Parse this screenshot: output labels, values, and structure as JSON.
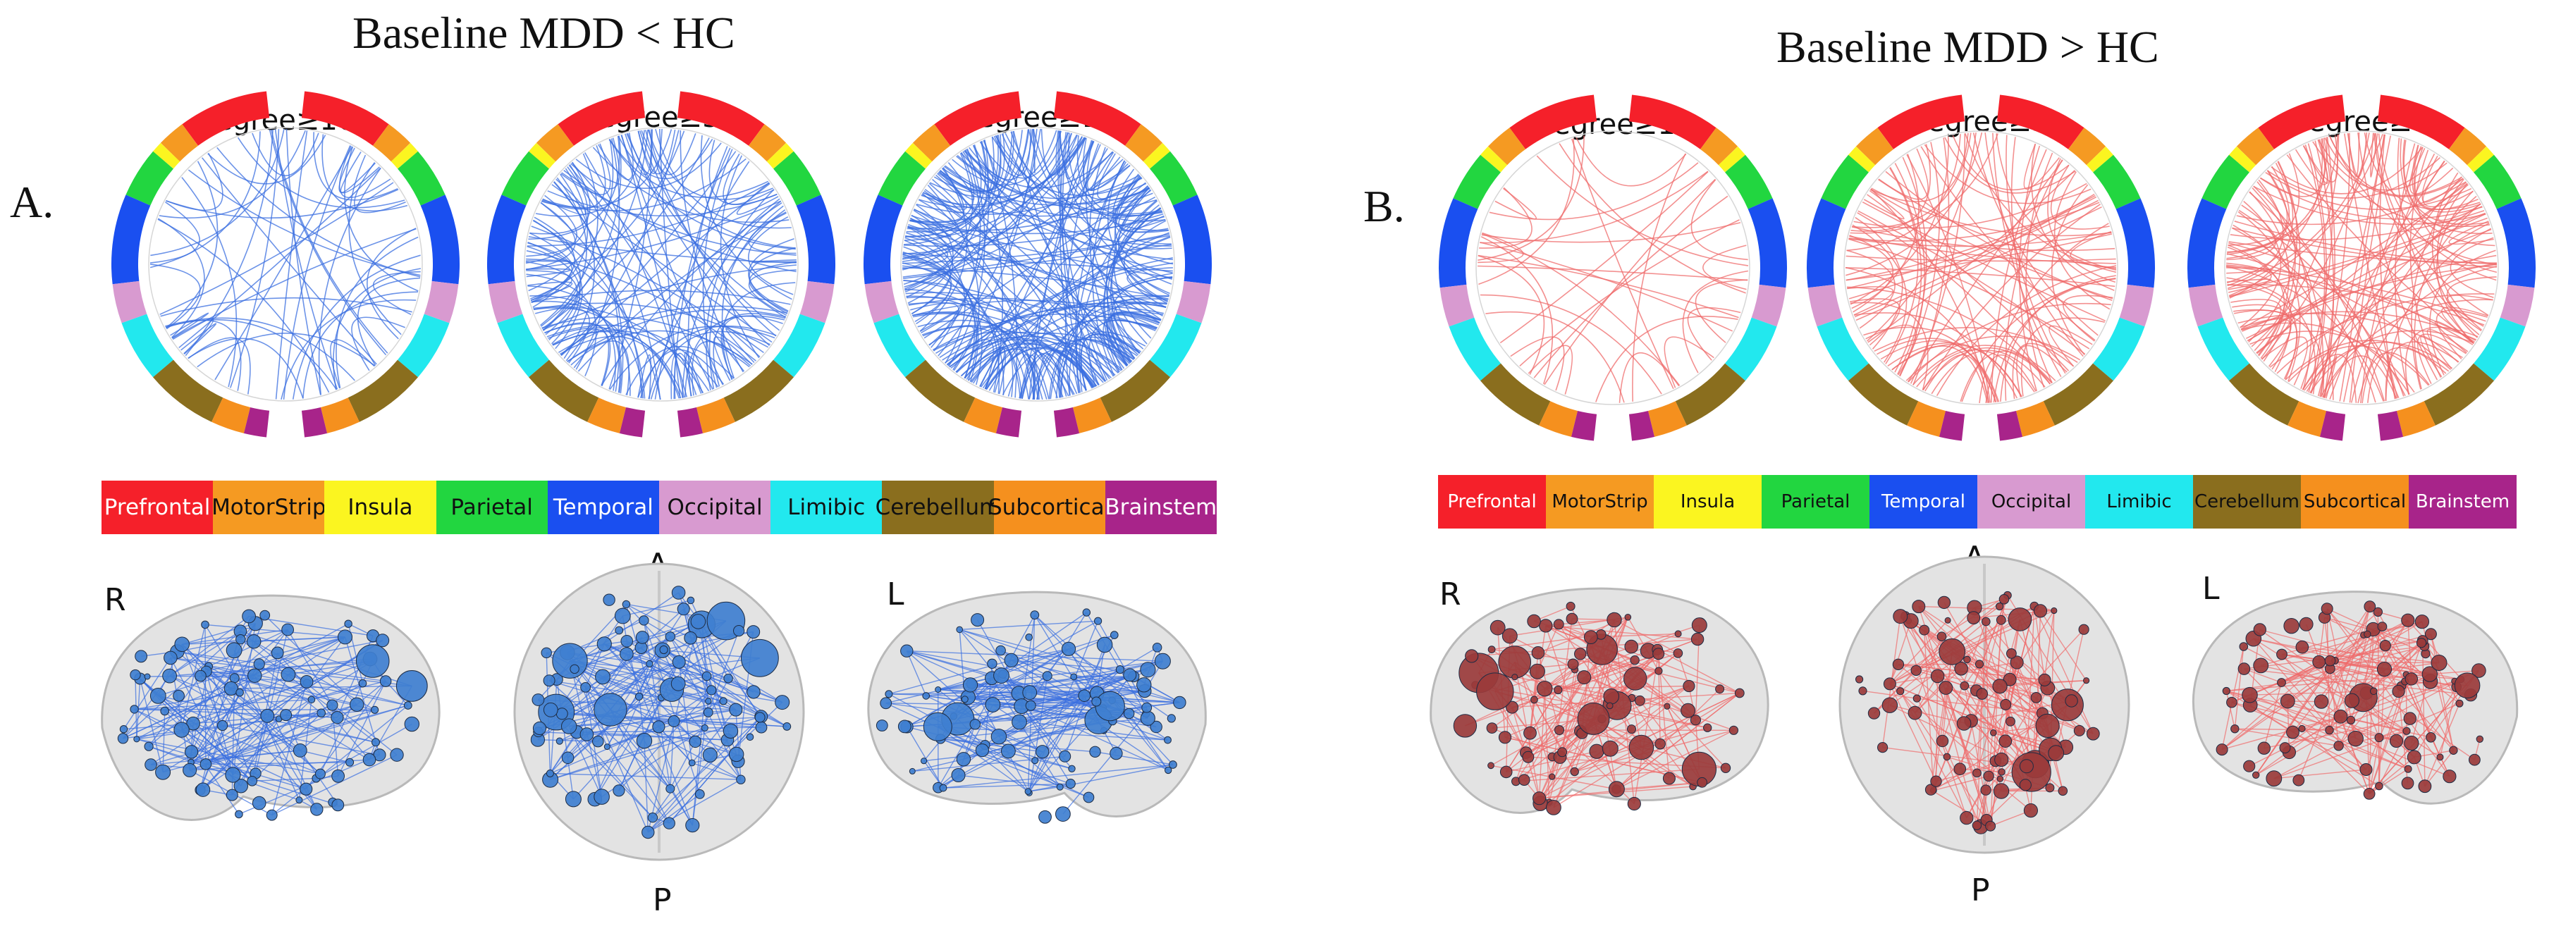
{
  "panels": [
    {
      "id": "A",
      "label": "A.",
      "title": "Baseline MDD < HC",
      "edge_color": "#3b6fe0",
      "node_color": "#3f7fd0",
      "circles": [
        {
          "label": "degree≥10",
          "density": 0.25
        },
        {
          "label": "degree≥5",
          "density": 0.6
        },
        {
          "label": "degree≥1",
          "density": 1.0
        }
      ],
      "views": [
        "R",
        "A",
        "P",
        "L"
      ]
    },
    {
      "id": "B",
      "label": "B.",
      "title": "Baseline MDD > HC",
      "edge_color": "#ef6b6b",
      "node_color": "#9a3b3b",
      "circles": [
        {
          "label": "degree≥10",
          "density": 0.15
        },
        {
          "label": "degree≥5",
          "density": 0.45
        },
        {
          "label": "degree≥1",
          "density": 0.65
        }
      ],
      "views": [
        "R",
        "A",
        "P",
        "L"
      ]
    }
  ],
  "regions": [
    {
      "name": "Prefrontal",
      "color": "#f5202a",
      "text_color": "#ffffff"
    },
    {
      "name": "MotorStrip",
      "color": "#f59a22",
      "text_color": "#111111"
    },
    {
      "name": "Insula",
      "color": "#fbf520",
      "text_color": "#111111"
    },
    {
      "name": "Parietal",
      "color": "#22d640",
      "text_color": "#111111"
    },
    {
      "name": "Temporal",
      "color": "#1a4ff0",
      "text_color": "#ffffff"
    },
    {
      "name": "Occipital",
      "color": "#d89ad0",
      "text_color": "#111111"
    },
    {
      "name": "Limibic",
      "color": "#22e8ee",
      "text_color": "#111111"
    },
    {
      "name": "Cerebellum",
      "color": "#8a6e1e",
      "text_color": "#111111"
    },
    {
      "name": "Subcortical",
      "color": "#f5901e",
      "text_color": "#111111"
    },
    {
      "name": "Brainstem",
      "color": "#a8248a",
      "text_color": "#ffffff"
    }
  ]
}
